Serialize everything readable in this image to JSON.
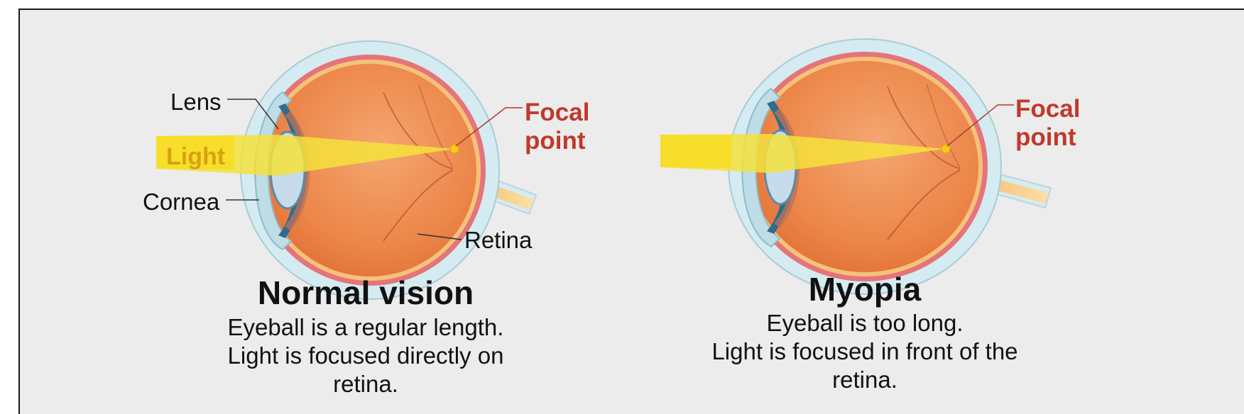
{
  "normal": {
    "title": "Normal vision",
    "description": [
      "Eyeball is a regular length.",
      "Light is focused directly on",
      "retina."
    ],
    "labels": {
      "lens": "Lens",
      "light": "Light",
      "cornea": "Cornea",
      "focal_line1": "Focal",
      "focal_line2": "point",
      "retina": "Retina"
    }
  },
  "myopia": {
    "title": "Myopia",
    "description": [
      "Eyeball is too long.",
      "Light is focused in front of the",
      "retina."
    ],
    "labels": {
      "focal_line1": "Focal",
      "focal_line2": "point"
    }
  },
  "colors": {
    "background": "#ececec",
    "eyeball": "#ec8a4a",
    "sclera": "#c9e3ea",
    "light_beam": "#f4e23c",
    "focal_point": "#f7c81e",
    "focal_label": "#c0392b",
    "light_label": "#d9a20e"
  }
}
